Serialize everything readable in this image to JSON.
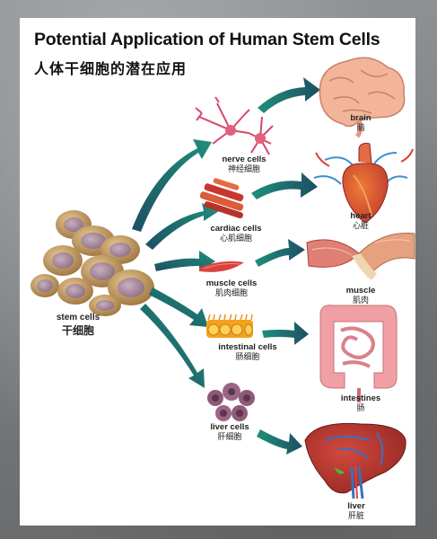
{
  "header": {
    "title": "Potential Application of Human Stem Cells",
    "subtitle": "人体干细胞的潜在应用"
  },
  "stem": {
    "en": "stem cells",
    "zh": "干细胞"
  },
  "cells": [
    {
      "en": "nerve cells",
      "zh": "神经细胞"
    },
    {
      "en": "cardiac cells",
      "zh": "心肌细胞"
    },
    {
      "en": "muscle cells",
      "zh": "肌肉细胞"
    },
    {
      "en": "intestinal cells",
      "zh": "肠细胞"
    },
    {
      "en": "liver cells",
      "zh": "肝细胞"
    }
  ],
  "organs": [
    {
      "en": "brain",
      "zh": "脑"
    },
    {
      "en": "heart",
      "zh": "心脏"
    },
    {
      "en": "muscle",
      "zh": "肌肉"
    },
    {
      "en": "intestines",
      "zh": "肠"
    },
    {
      "en": "liver",
      "zh": "肝脏"
    }
  ],
  "colors": {
    "arrow_dark": "#1d4f63",
    "arrow_light": "#1f8f7a",
    "stem_cell": "#c9a26a",
    "stem_nucleus": "#a7869b",
    "organ_pink": "#f0a0a5",
    "liver_red": "#b8322c"
  }
}
